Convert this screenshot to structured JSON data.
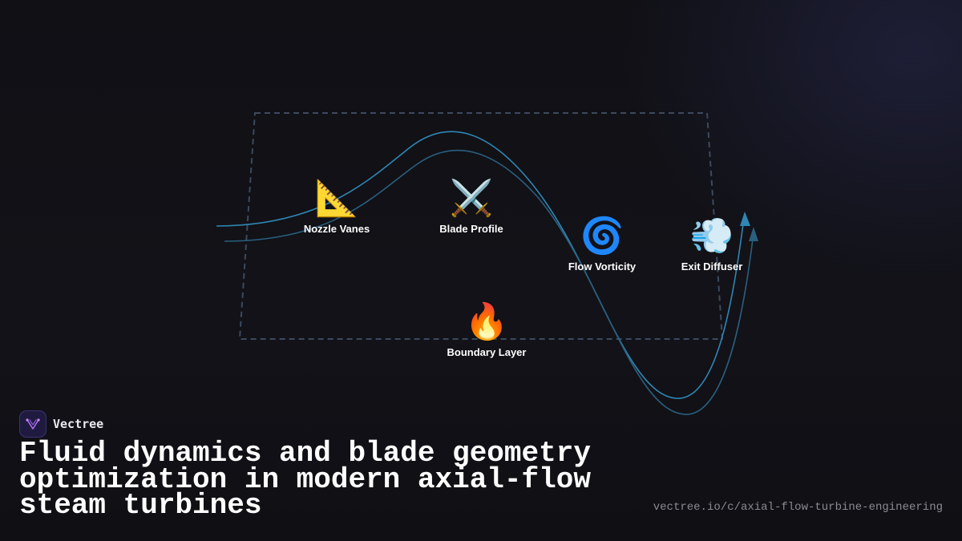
{
  "diagram": {
    "nodes": [
      {
        "id": "nozzle-vanes",
        "label": "Nozzle Vanes",
        "icon": "triangular-ruler-icon",
        "glyph": "📐"
      },
      {
        "id": "blade-profile",
        "label": "Blade Profile",
        "icon": "crossed-swords-icon",
        "glyph": "⚔️"
      },
      {
        "id": "flow-vorticity",
        "label": "Flow Vorticity",
        "icon": "cyclone-icon",
        "glyph": "🌀"
      },
      {
        "id": "exit-diffuser",
        "label": "Exit Diffuser",
        "icon": "dash-puff-icon",
        "glyph": "💨"
      },
      {
        "id": "boundary-layer",
        "label": "Boundary Layer",
        "icon": "fire-icon",
        "glyph": "🔥"
      }
    ],
    "colors": {
      "flow_line": "#2f86b3",
      "flow_line_secondary": "#2a5f7e",
      "frame_dash": "#3c4a5e"
    }
  },
  "brand": {
    "name": "Vectree",
    "logo_icon": "vectree-logo-icon",
    "logo_color": "#b06cf0"
  },
  "headline": "Fluid dynamics and blade geometry optimization in modern axial-flow steam turbines",
  "url": "vectree.io/c/axial-flow-turbine-engineering"
}
